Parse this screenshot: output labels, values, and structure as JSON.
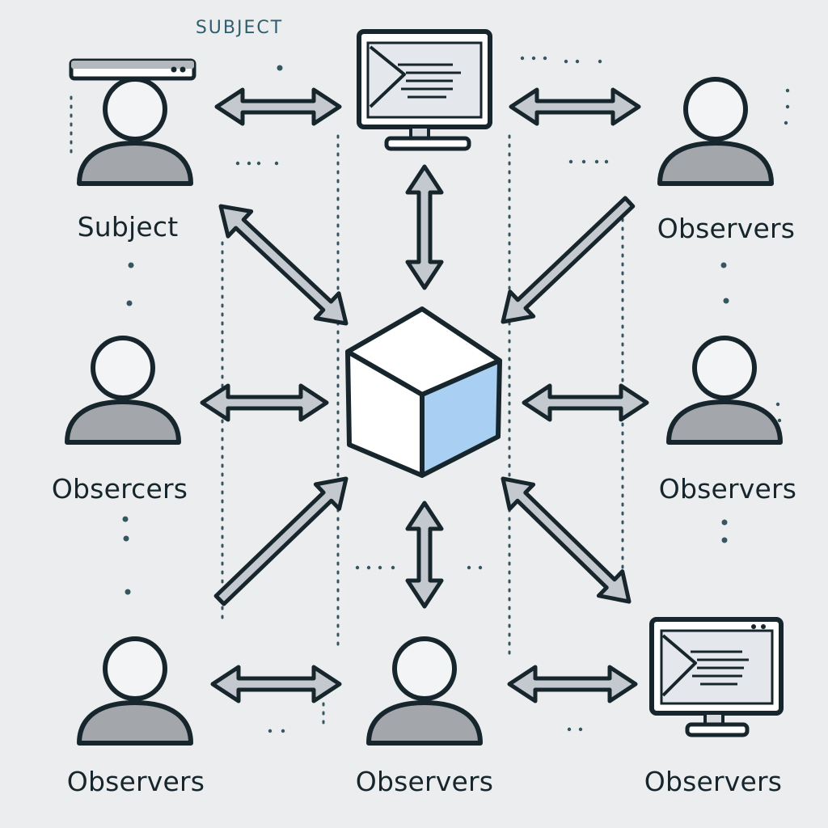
{
  "caption": "SUBJECT",
  "labels": {
    "top_left": "Subject",
    "top_right": "Observers",
    "mid_left": "Obsercers",
    "mid_right": "Observers",
    "bottom_left": "Observers",
    "bottom_center": "Observers",
    "bottom_right": "Observers"
  },
  "nodes": [
    {
      "id": "top_left",
      "icon": "person-icon",
      "extra": "window-bar-icon"
    },
    {
      "id": "top_center",
      "icon": "monitor-icon"
    },
    {
      "id": "top_right",
      "icon": "person-icon"
    },
    {
      "id": "mid_left",
      "icon": "person-icon"
    },
    {
      "id": "center",
      "icon": "cube-icon"
    },
    {
      "id": "mid_right",
      "icon": "person-icon"
    },
    {
      "id": "bottom_left",
      "icon": "person-icon"
    },
    {
      "id": "bottom_center",
      "icon": "person-icon"
    },
    {
      "id": "bottom_right",
      "icon": "monitor-icon"
    }
  ],
  "connections": [
    {
      "from": "top_left",
      "to": "top_center",
      "direction": "both"
    },
    {
      "from": "top_center",
      "to": "top_right",
      "direction": "both"
    },
    {
      "from": "top_center",
      "to": "center",
      "direction": "both"
    },
    {
      "from": "top_left",
      "to": "center",
      "direction": "both"
    },
    {
      "from": "top_right",
      "to": "center",
      "direction": "one-way"
    },
    {
      "from": "mid_left",
      "to": "center",
      "direction": "both"
    },
    {
      "from": "center",
      "to": "mid_right",
      "direction": "both"
    },
    {
      "from": "bottom_left",
      "to": "center",
      "direction": "one-way"
    },
    {
      "from": "bottom_center",
      "to": "center",
      "direction": "both"
    },
    {
      "from": "bottom_right",
      "to": "center",
      "direction": "both"
    },
    {
      "from": "bottom_left",
      "to": "bottom_center",
      "direction": "both"
    },
    {
      "from": "bottom_center",
      "to": "bottom_right",
      "direction": "both"
    }
  ],
  "colors": {
    "background": "#ecedef",
    "stroke": "#17262c",
    "icon_fill": "#a3a6aa",
    "arrow_fill": "#c4c9cf",
    "cube_accent": "#a9d0f2",
    "screen_fill": "#e4e8ec"
  }
}
